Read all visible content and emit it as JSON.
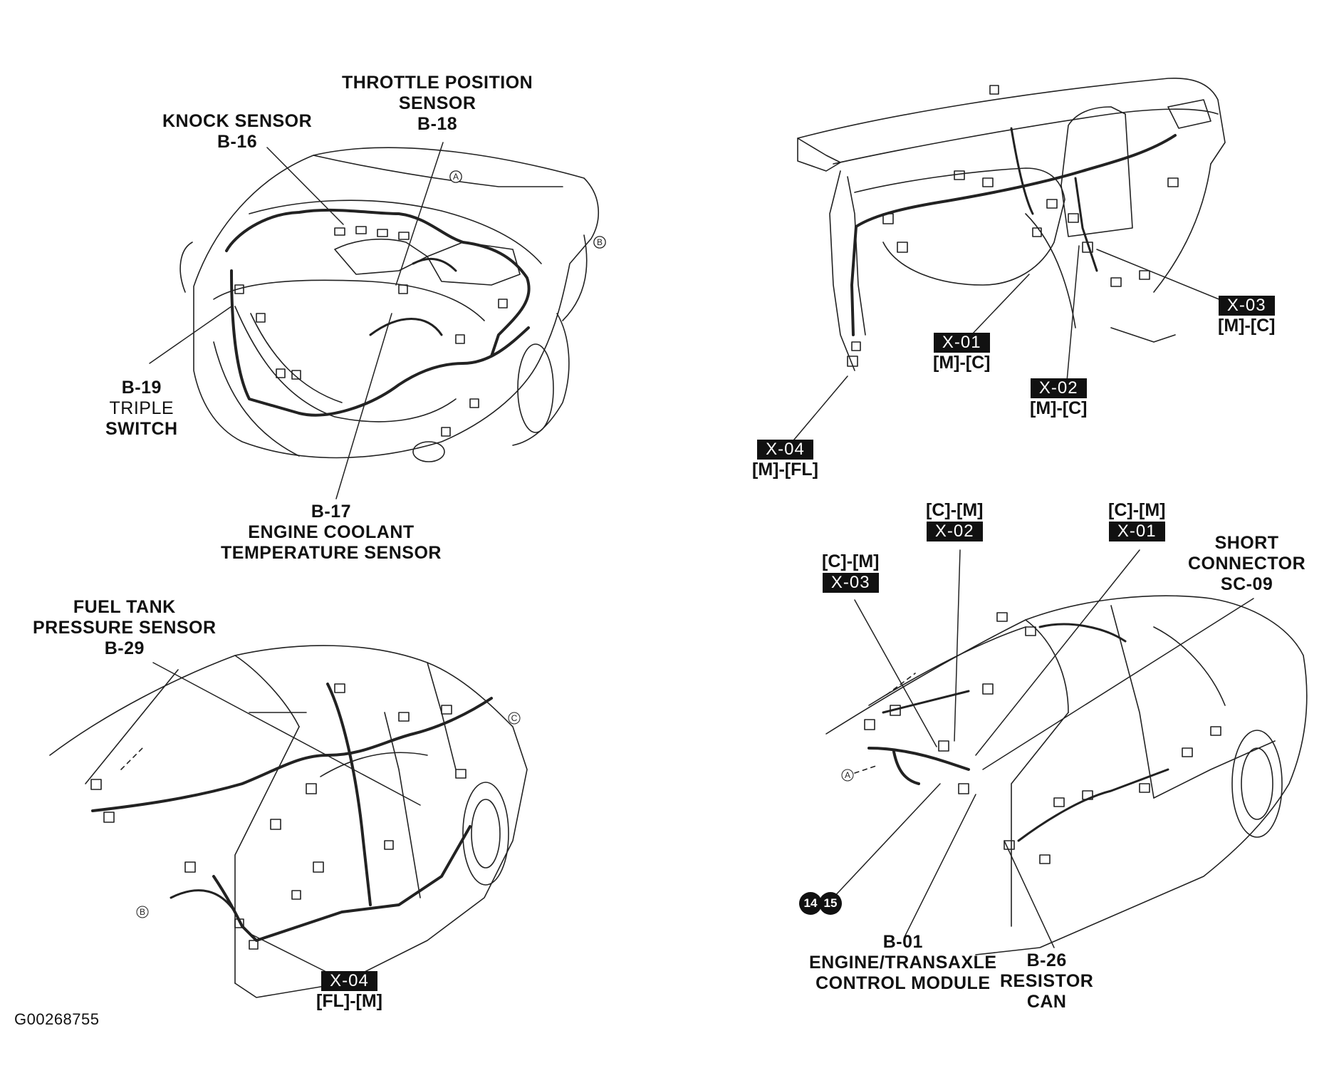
{
  "labels": {
    "knock_sensor": {
      "name": "KNOCK SENSOR",
      "code": "B-16"
    },
    "throttle_position_sensor": {
      "line1": "THROTTLE POSITION",
      "line2": "SENSOR",
      "code": "B-18"
    },
    "triple_switch": {
      "code": "B-19",
      "line1": "TRIPLE",
      "line2": "SWITCH"
    },
    "engine_coolant_temperature_sensor": {
      "code": "B-17",
      "line1": "ENGINE COOLANT",
      "line2": "TEMPERATURE SENSOR"
    },
    "fuel_tank_pressure_sensor": {
      "line1": "FUEL TANK",
      "line2": "PRESSURE SENSOR",
      "code": "B-29"
    },
    "short_connector": {
      "line1": "SHORT",
      "line2": "CONNECTOR",
      "code": "SC-09"
    },
    "engine_transaxle_control_module": {
      "code": "B-01",
      "line1": "ENGINE/TRANSAXLE",
      "line2": "CONTROL MODULE"
    },
    "resistor_can": {
      "code": "B-26",
      "line1": "RESISTOR",
      "line2": "CAN"
    }
  },
  "connectors": {
    "dash_x01": {
      "id": "X-01",
      "pins": "[M]-[C]"
    },
    "dash_x02": {
      "id": "X-02",
      "pins": "[M]-[C]"
    },
    "dash_x03": {
      "id": "X-03",
      "pins": "[M]-[C]"
    },
    "dash_x04": {
      "id": "X-04",
      "pins": "[M]-[FL]"
    },
    "rear_x04": {
      "id": "X-04",
      "pins": "[FL]-[M]"
    },
    "body_x01": {
      "id": "X-01",
      "pins": "[C]-[M]"
    },
    "body_x02": {
      "id": "X-02",
      "pins": "[C]-[M]"
    },
    "body_x03": {
      "id": "X-03",
      "pins": "[C]-[M]"
    }
  },
  "markers": {
    "a": "A",
    "b": "B",
    "c": "C",
    "num1": "14",
    "num2": "15"
  },
  "figure_code": "G00268755"
}
